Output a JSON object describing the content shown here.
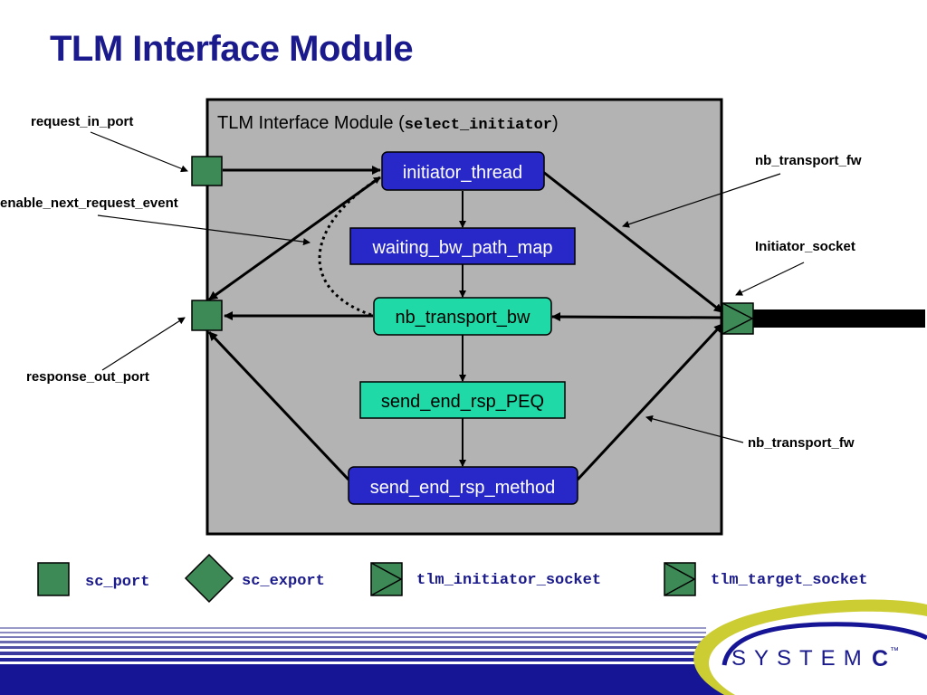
{
  "title": "TLM Interface Module",
  "module": {
    "label": "TLM Interface Module (",
    "label_mono": "select_initiator",
    "label_close": ")"
  },
  "processes": [
    {
      "id": "initiator_thread",
      "label": "initiator_thread",
      "kind": "thread"
    },
    {
      "id": "waiting_bw_path_map",
      "label": "waiting_bw_path_map",
      "kind": "thread"
    },
    {
      "id": "nb_transport_bw",
      "label": "nb_transport_bw",
      "kind": "method"
    },
    {
      "id": "send_end_rsp_PEQ",
      "label": "send_end_rsp_PEQ",
      "kind": "method"
    },
    {
      "id": "send_end_rsp_method",
      "label": "send_end_rsp_method",
      "kind": "thread"
    }
  ],
  "annotations": {
    "request_in_port": "request_in_port",
    "enable_next_request_event": "enable_next_request_event",
    "response_out_port": "response_out_port",
    "nb_transport_fw_top": "nb_transport_fw",
    "initiator_socket": "Initiator_socket",
    "nb_transport_fw_bottom": "nb_transport_fw"
  },
  "legend": {
    "sc_port": "sc_port",
    "sc_export": "sc_export",
    "tlm_initiator_socket": "tlm_initiator_socket",
    "tlm_target_socket": "tlm_target_socket"
  },
  "logo": {
    "text": "SYSTEM",
    "c": "C",
    "tm": "™"
  },
  "colors": {
    "title": "#1a1a8c",
    "thread_fill": "#2828c8",
    "method_fill": "#1fd9a6",
    "port_fill": "#3d8a57",
    "module_fill": "#b3b3b3",
    "footer_blue": "#151596",
    "logo_yellow": "#cccc33",
    "legend_text": "#1a1a8c"
  }
}
